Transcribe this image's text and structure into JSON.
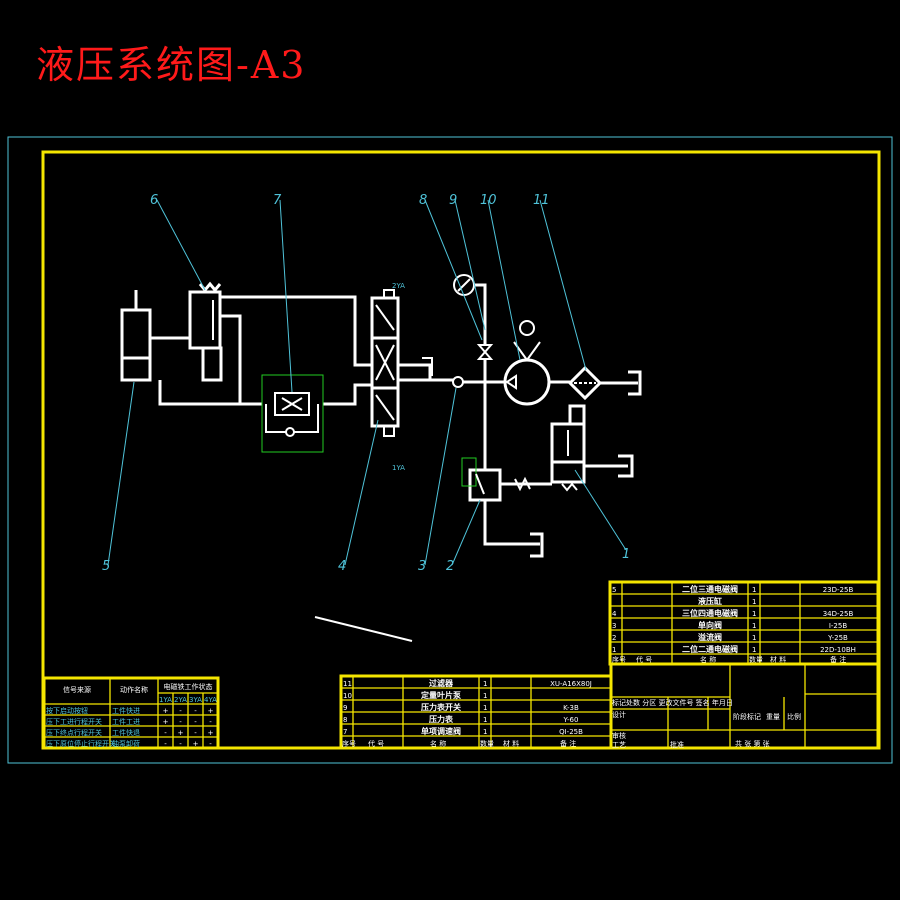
{
  "title": "液压系统图-A3",
  "part_labels": [
    "1",
    "2",
    "3",
    "4",
    "5",
    "6",
    "7",
    "8",
    "9",
    "10",
    "11"
  ],
  "solenoid_labels": [
    "2YA",
    "1YA"
  ],
  "bom_right": {
    "rows": [
      {
        "no": "5",
        "name": "二位三通电磁阀",
        "qty": "1",
        "spec": "23D-25B"
      },
      {
        "no": "",
        "name": "液压缸",
        "qty": "1",
        "spec": ""
      },
      {
        "no": "4",
        "name": "三位四通电磁阀",
        "qty": "1",
        "spec": "34D-25B"
      },
      {
        "no": "3",
        "name": "单向阀",
        "qty": "1",
        "spec": "I-25B"
      },
      {
        "no": "2",
        "name": "溢流阀",
        "qty": "1",
        "spec": "Y-25B"
      },
      {
        "no": "1",
        "name": "二位二通电磁阀",
        "qty": "1",
        "spec": "22D-10BH"
      }
    ],
    "header": [
      "序号",
      "代 号",
      "名 称",
      "数量",
      "材 料",
      "备 注"
    ]
  },
  "bom_center": {
    "rows": [
      {
        "no": "11",
        "name": "过滤器",
        "qty": "1",
        "spec": "XU-A16X80J"
      },
      {
        "no": "10",
        "name": "定量叶片泵",
        "qty": "1",
        "spec": ""
      },
      {
        "no": "9",
        "name": "压力表开关",
        "qty": "1",
        "spec": "K-3B"
      },
      {
        "no": "8",
        "name": "压力表",
        "qty": "1",
        "spec": "Y-60"
      },
      {
        "no": "7",
        "name": "单项调速阀",
        "qty": "1",
        "spec": "QI-25B"
      }
    ],
    "header": [
      "序号",
      "代 号",
      "名 称",
      "数量",
      "材 料",
      "备 注"
    ]
  },
  "signal_table": {
    "headers": [
      "信号来源",
      "动作名称",
      "电磁铁工作状态"
    ],
    "sub_headers": [
      "1YA",
      "2YA",
      "3YA",
      "4YA"
    ],
    "rows": [
      {
        "source": "按下启动按钮",
        "action": "工件快进",
        "states": [
          "+",
          "-",
          "-",
          "+"
        ]
      },
      {
        "source": "压下工进行程开关",
        "action": "工件工进",
        "states": [
          "+",
          "-",
          "-",
          "-"
        ]
      },
      {
        "source": "压下终点行程开关",
        "action": "工件快退",
        "states": [
          "-",
          "+",
          "-",
          "+"
        ]
      },
      {
        "source": "压下原位停止行程开关",
        "action": "油泵卸荷",
        "states": [
          "-",
          "-",
          "+",
          "-"
        ]
      }
    ]
  },
  "title_block": {
    "row1": "标记处数 分区 更改文件号 签名 年月日",
    "design": "设计",
    "check": "审核",
    "process": "工艺",
    "approve": "批准",
    "stage": "阶段标记",
    "weight": "重量",
    "scale": "比例",
    "total": "共 张 第 张"
  }
}
